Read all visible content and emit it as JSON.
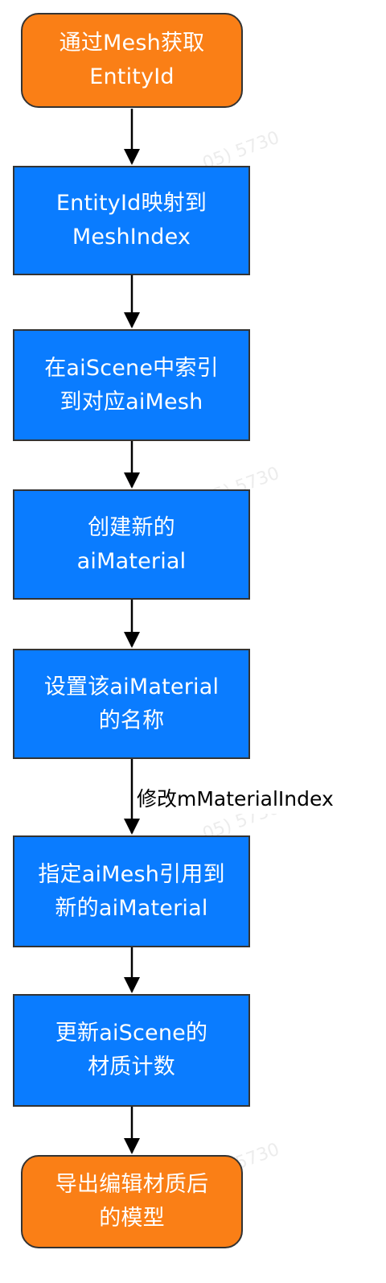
{
  "colors": {
    "terminal_fill": "#fa7f16",
    "process_fill": "#0a7cff",
    "border": "#333333",
    "arrow": "#000000",
    "node_text": "#ffffff"
  },
  "nodes": [
    {
      "id": "start",
      "shape": "rounded-rectangle",
      "lines": [
        "通过Mesh获取",
        "EntityId"
      ]
    },
    {
      "id": "map-index",
      "shape": "rectangle",
      "lines": [
        "EntityId映射到",
        "MeshIndex"
      ]
    },
    {
      "id": "lookup-mesh",
      "shape": "rectangle",
      "lines": [
        "在aiScene中索引",
        "到对应aiMesh"
      ]
    },
    {
      "id": "create-material",
      "shape": "rectangle",
      "lines": [
        "创建新的",
        "aiMaterial"
      ]
    },
    {
      "id": "set-name",
      "shape": "rectangle",
      "lines": [
        "设置该aiMaterial",
        "的名称"
      ]
    },
    {
      "id": "assign-material",
      "shape": "rectangle",
      "lines": [
        "指定aiMesh引用到",
        "新的aiMaterial"
      ]
    },
    {
      "id": "update-count",
      "shape": "rectangle",
      "lines": [
        "更新aiScene的",
        "材质计数"
      ]
    },
    {
      "id": "end",
      "shape": "rounded-rectangle",
      "lines": [
        "导出编辑材质后",
        "的模型"
      ]
    }
  ],
  "edges": [
    {
      "from": "start",
      "to": "map-index",
      "label": ""
    },
    {
      "from": "map-index",
      "to": "lookup-mesh",
      "label": ""
    },
    {
      "from": "lookup-mesh",
      "to": "create-material",
      "label": ""
    },
    {
      "from": "create-material",
      "to": "set-name",
      "label": ""
    },
    {
      "from": "set-name",
      "to": "assign-material",
      "label": "修改mMaterialIndex"
    },
    {
      "from": "assign-material",
      "to": "update-count",
      "label": ""
    },
    {
      "from": "update-count",
      "to": "end",
      "label": ""
    }
  ],
  "watermark": {
    "text": "05) 5730"
  }
}
